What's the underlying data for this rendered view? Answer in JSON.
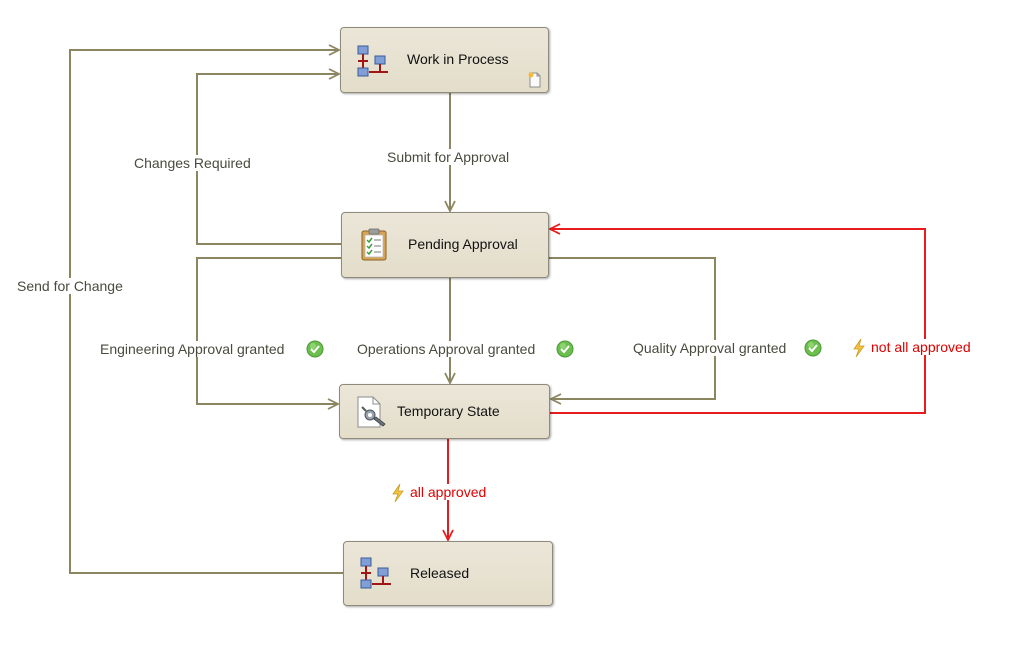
{
  "states": {
    "work_in_process": "Work in Process",
    "pending_approval": "Pending Approval",
    "temporary_state": "Temporary State",
    "released": "Released"
  },
  "transitions": {
    "submit_for_approval": "Submit for Approval",
    "changes_required": "Changes Required",
    "send_for_change": "Send for Change",
    "engineering_approval": "Engineering Approval granted",
    "operations_approval": "Operations Approval granted",
    "quality_approval": "Quality Approval granted",
    "not_all_approved": "not all approved",
    "all_approved": "all approved"
  },
  "colors": {
    "normal_edge": "#8c8660",
    "conditional_edge": "#e81c1c",
    "node_fill": "#e8e3d2",
    "check_green": "#5fb84a"
  },
  "icons": {
    "work_in_process": "process-tree-icon",
    "pending_approval": "clipboard-checklist-icon",
    "temporary_state": "wrench-gear-icon",
    "released": "process-tree-icon"
  }
}
